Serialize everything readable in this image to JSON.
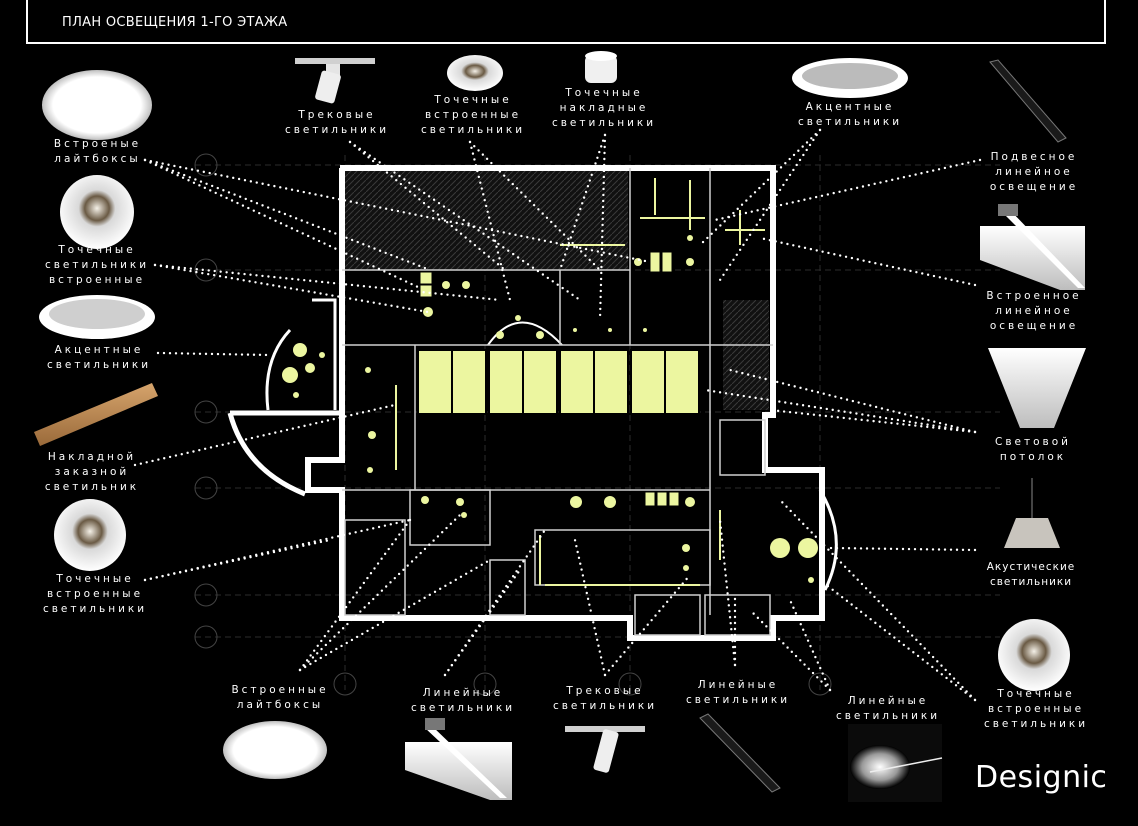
{
  "title": "ПЛАН ОСВЕЩЕНИЯ 1-ГО ЭТАЖА",
  "brand": "Designic",
  "colors": {
    "background": "#000000",
    "accent": "#ecf6a0",
    "line": "#ffffff"
  },
  "labels": {
    "l1": "Встроеные\nлайтбоксы",
    "l2": "Точечные\nсветильники\nвстроенные",
    "l3": "Акцентные\nсветильники",
    "l4": "Накладной\nзаказной\nсветильник",
    "l5": "Точечные\nвстроенные\nсветильники",
    "t1": "Трековые\nсветильники",
    "t2": "Точечные\nвстроенные\nсветильники",
    "t3": "Точечные\nнакладные\nсветильники",
    "t4": "Акцентные\nсветильники",
    "r1": "Подвесное\nлинейное\nосвещение",
    "r2": "Встроенное\nлинейное\nосвещение",
    "r3": "Световой\nпотолок",
    "r4": "Акустические\nсветильники",
    "r5": "Точечные\nвстроенные\nсветильники",
    "b1": "Встроенные\nлайтбоксы",
    "b2": "Линейные\nсветильники",
    "b3": "Трековые\nсветильники",
    "b4": "Линейные\nсветильники",
    "b5": "Линейные\nсветильники"
  }
}
